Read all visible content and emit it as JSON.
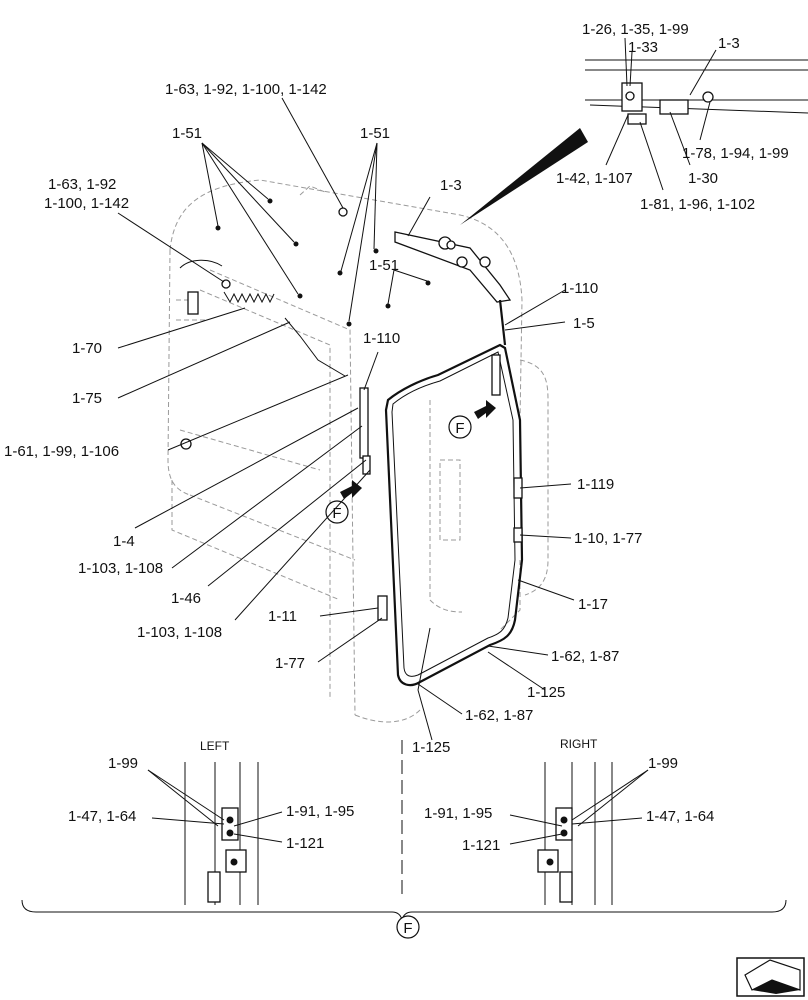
{
  "callouts": {
    "c_26_35_99": "1-26, 1-35, 1-99",
    "c_33": "1-33",
    "c_3_top": "1-3",
    "c_63_92_100_142_top": "1-63, 1-92, 1-100, 1-142",
    "c_51_left": "1-51",
    "c_51_right": "1-51",
    "c_78_94_99": "1-78, 1-94, 1-99",
    "c_42_107": "1-42, 1-107",
    "c_30": "1-30",
    "c_63_92": "1-63, 1-92",
    "c_100_142": "1-100, 1-142",
    "c_81_96_102": "1-81, 1-96, 1-102",
    "c_3_mid": "1-3",
    "c_51_mid": "1-51",
    "c_110_right": "1-110",
    "c_70": "1-70",
    "c_5": "1-5",
    "c_110_left": "1-110",
    "c_75": "1-75",
    "c_61_99_106": "1-61, 1-99, 1-106",
    "c_119": "1-119",
    "c_4": "1-4",
    "c_10_77": "1-10, 1-77",
    "c_103_108_a": "1-103, 1-108",
    "c_17": "1-17",
    "c_46": "1-46",
    "c_11": "1-11",
    "c_103_108_b": "1-103, 1-108",
    "c_62_87_a": "1-62, 1-87",
    "c_77": "1-77",
    "c_125_a": "1-125",
    "c_62_87_b": "1-62, 1-87",
    "c_125_b": "1-125"
  },
  "detail_marker": "F",
  "views": {
    "left": {
      "title": "LEFT",
      "c_99": "1-99",
      "c_47_64": "1-47, 1-64",
      "c_91_95": "1-91, 1-95",
      "c_121": "1-121"
    },
    "right": {
      "title": "RIGHT",
      "c_99": "1-99",
      "c_91_95": "1-91, 1-95",
      "c_47_64": "1-47, 1-64",
      "c_121": "1-121"
    }
  },
  "nav_icon": "page-turn-arrow-icon"
}
